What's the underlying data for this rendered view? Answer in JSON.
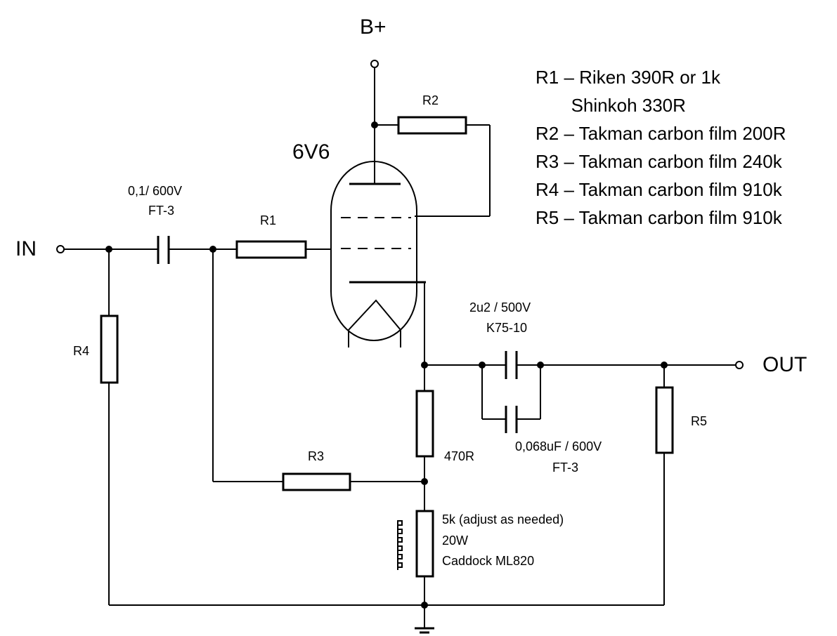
{
  "labels": {
    "bplus": "B+",
    "tube": "6V6",
    "in": "IN",
    "out": "OUT",
    "c_in_value": "0,1/ 600V",
    "c_in_type": "FT-3",
    "r1": "R1",
    "r2": "R2",
    "r3": "R3",
    "r4": "R4",
    "r5": "R5",
    "c_out_value": "2u2 / 500V",
    "c_out_type": "K75-10",
    "c_bypass_value": "0,068uF / 600V",
    "c_bypass_type": "FT-3",
    "r_470": "470R",
    "r_load_value": "5k (adjust as needed)",
    "r_load_power": "20W",
    "r_load_part": "Caddock ML820"
  },
  "parts_list": [
    "R1 – Riken 390R or 1k",
    "       Shinkoh 330R",
    "R2 – Takman carbon film 200R",
    "R3 – Takman carbon film 240k",
    "R4 – Takman carbon film 910k",
    "R5 – Takman carbon film 910k"
  ]
}
